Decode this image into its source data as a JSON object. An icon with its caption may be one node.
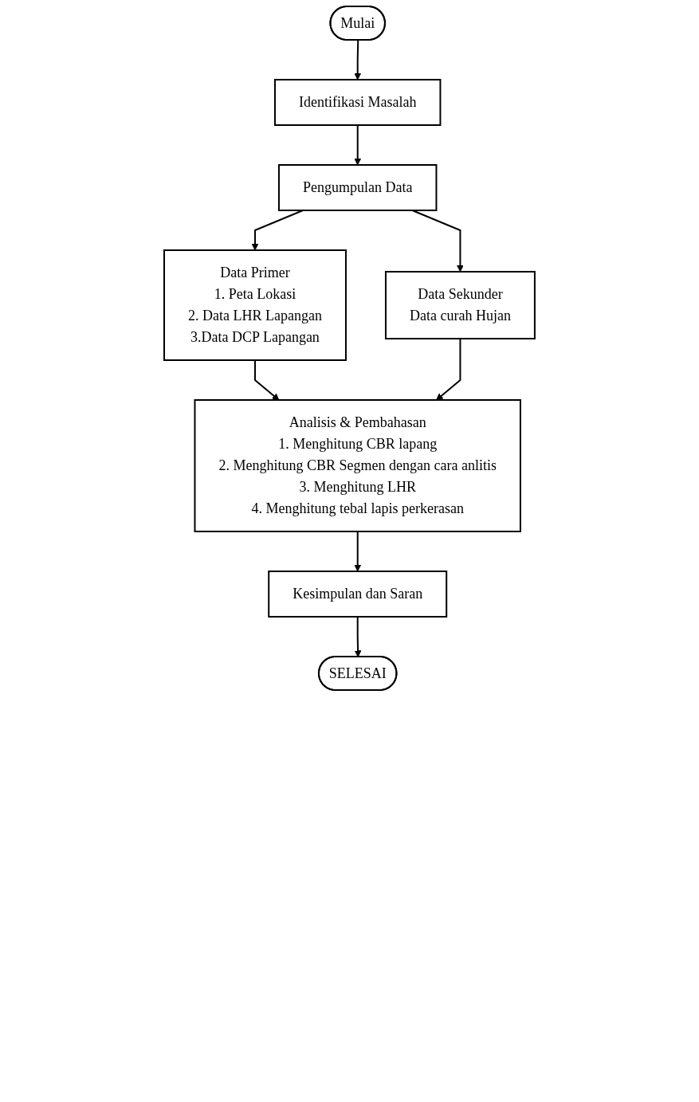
{
  "diagram": {
    "nodes": [
      {
        "text": [
          "Mulai"
        ]
      },
      {
        "text": [
          "Identifikasi Masalah"
        ]
      },
      {
        "text": [
          "Pengumpulan Data"
        ]
      },
      {
        "text": [
          "Data Primer",
          "1. Peta Lokasi",
          "2. Data LHR Lapangan",
          "3.Data DCP Lapangan"
        ]
      },
      {
        "text": [
          "Data Sekunder",
          "Data curah Hujan"
        ]
      },
      {
        "text": [
          "Analisis & Pembahasan",
          "1. Menghitung CBR lapang",
          "2. Menghitung CBR Segmen dengan cara anlitis",
          "3. Menghitung LHR",
          "4. Menghitung tebal lapis perkerasan"
        ]
      },
      {
        "text": [
          "Kesimpulan dan Saran"
        ]
      },
      {
        "text": [
          "SELESAI"
        ]
      }
    ],
    "edges": [
      {
        "from": 0,
        "to": 1,
        "arrow": "to"
      },
      {
        "from": 1,
        "to": 2,
        "arrow": "to"
      },
      {
        "from": 2,
        "to": 3,
        "arrow": "to"
      },
      {
        "from": 2,
        "to": 4,
        "arrow": "to"
      },
      {
        "from": 3,
        "to": 5,
        "arrow": "to"
      },
      {
        "from": 4,
        "to": 5,
        "arrow": "to"
      },
      {
        "from": 5,
        "to": 6,
        "arrow": "to"
      },
      {
        "from": 6,
        "to": 7,
        "arrow": "to"
      }
    ]
  }
}
